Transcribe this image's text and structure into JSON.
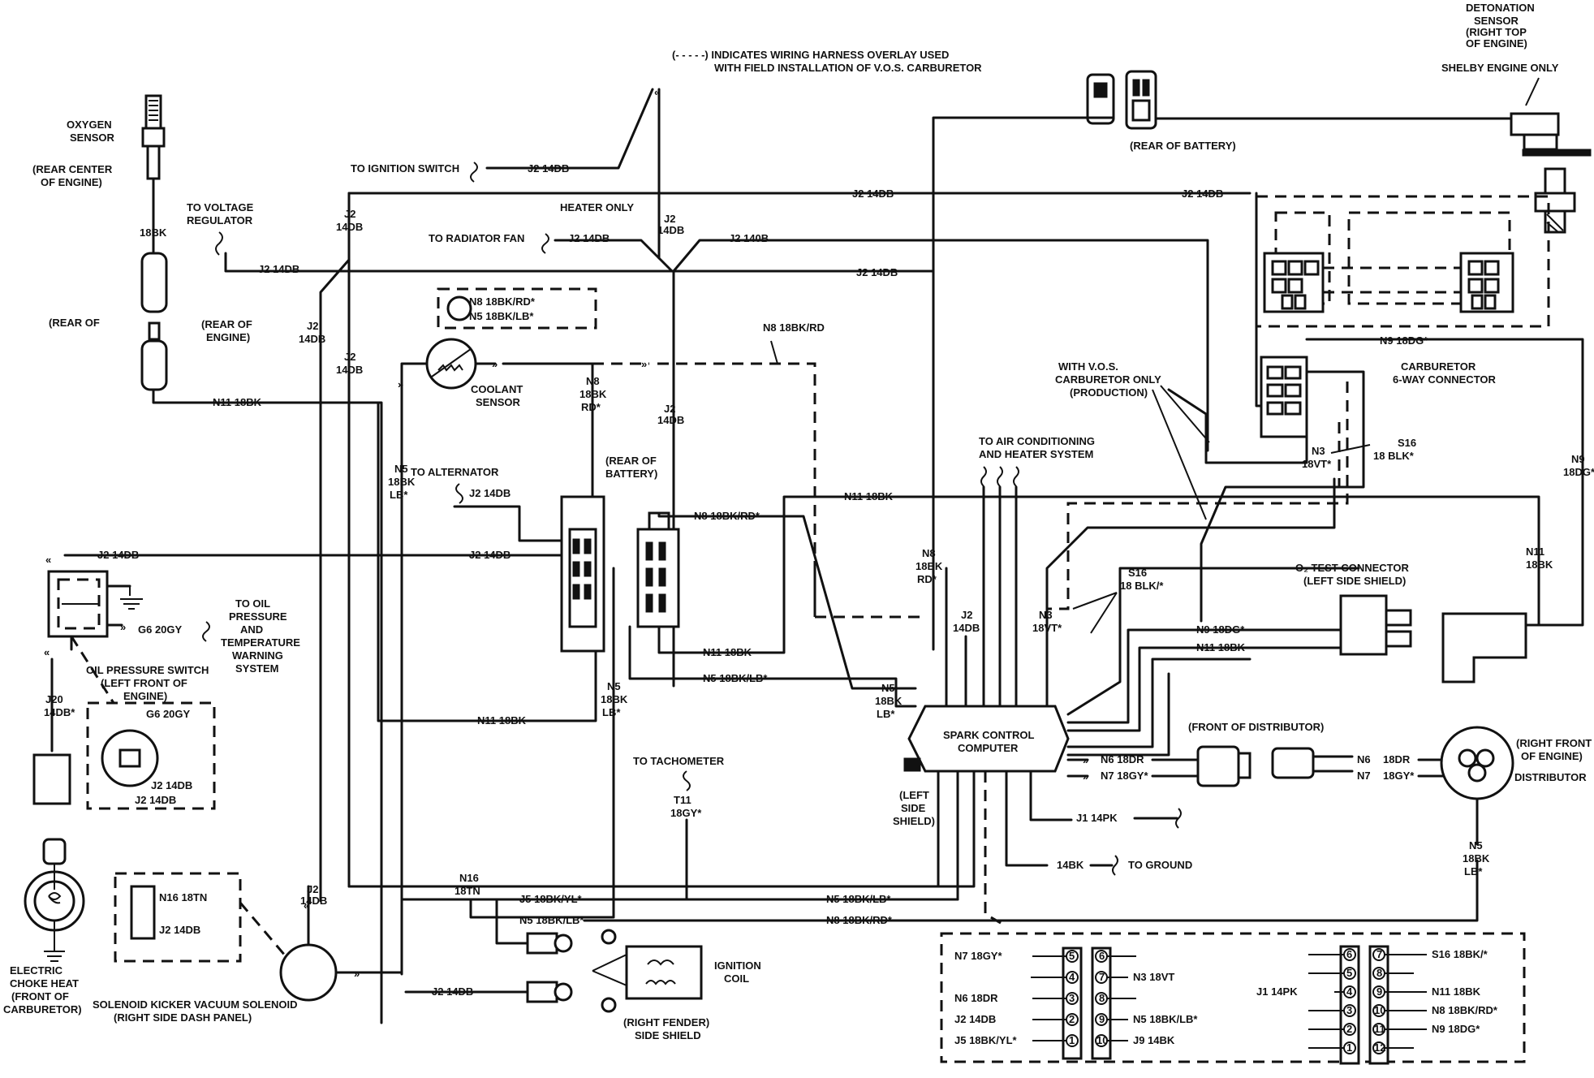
{
  "legend_note": "(------) INDICATES WIRING HARNESS OVERLAY USED WITH FIELD INSTALLATION OF V.O.S. CARBURETOR",
  "labels": {
    "detonation_sensor": "DETONATION SENSOR (RIGHT TOP OF ENGINE)",
    "shelby_engine_only": "SHELBY ENGINE ONLY",
    "oxygen_sensor": "OXYGEN SENSOR",
    "rear_center_engine": "(REAR CENTER OF ENGINE)",
    "to_voltage_regulator": "TO VOLTAGE REGULATOR",
    "to_ignition_switch": "TO IGNITION SWITCH",
    "heater_only": "HEATER ONLY",
    "to_radiator_fan": "TO RADIATOR FAN",
    "rear_of_battery_top": "(REAR OF BATTERY)",
    "rear_of_engine": "(REAR OF ENGINE)",
    "coolant_sensor": "COOLANT SENSOR",
    "to_alternator": "TO ALTERNATOR",
    "rear_of_battery_mid": "(REAR OF BATTERY)",
    "with_vos_carb": "WITH V.O.S. CARBURETOR ONLY (PRODUCTION)",
    "carb_connector": "CARBURETOR 6-WAY CONNECTOR",
    "to_ac_heater": "TO AIR CONDITIONING AND HEATER SYSTEM",
    "o2_test_connector": "O2 TEST CONNECTOR (LEFT SIDE SHIELD)",
    "to_oil_pressure": "TO OIL PRESSURE AND TEMPERATURE WARNING SYSTEM",
    "oil_pressure_switch": "OIL PRESSURE SWITCH (LEFT FRONT OF ENGINE)",
    "spark_control_computer": "SPARK CONTROL COMPUTER",
    "left_side_shield": "(LEFT SIDE SHIELD)",
    "front_of_distributor": "(FRONT OF DISTRIBUTOR)",
    "right_front_engine": "(RIGHT FRONT OF ENGINE)",
    "distributor": "DISTRIBUTOR",
    "to_tachometer": "TO TACHOMETER",
    "to_ground": "TO GROUND",
    "electric_choke": "ELECTRIC CHOKE HEAT (FRONT OF CARBURETOR)",
    "solenoid_kicker": "SOLENOID KICKER VACUUM SOLENOID (RIGHT SIDE DASH PANEL)",
    "ignition_coil": "IGNITION COIL",
    "right_fender": "(RIGHT FENDER) SIDE SHIELD"
  },
  "wire_labels": {
    "j2_14db": "J2 14DB",
    "j2_140b": "J2 140B",
    "n11_18bk": "N11 18BK",
    "n8_18bk_rd": "N8 18BK/RD*",
    "n8_18bk_rd_plain": "N8 18BK/RD",
    "n5_18bk_lb": "N5 18BK/LB*",
    "n9_18dg": "N9 18DG*",
    "n3_18vt": "N3 18VT*",
    "s16_18blk": "S16 18 BLK*",
    "s16_18blk_slash": "S16 18 BLK/*",
    "g6_20gy": "G6 20GY",
    "n6_18dr": "N6 18DR",
    "n7_18gy": "N7 18GY*",
    "j1_14pk": "J1 14PK",
    "ground_14bk": "14BK",
    "t11_18gy": "T11 18GY*",
    "j5_18bk_yl": "J5 18BK/YL*",
    "n16_18tn": "N16 18TN",
    "j20_14db": "J20 14DB*",
    "18bk": "18BK"
  },
  "pinout_left": {
    "rows": [
      {
        "pin": "5",
        "left": "N7 18GY*",
        "right_pin": "6",
        "right": ""
      },
      {
        "pin": "4",
        "left": "",
        "right_pin": "7",
        "right": "N3 18VT"
      },
      {
        "pin": "3",
        "left": "N6 18DR",
        "right_pin": "8",
        "right": ""
      },
      {
        "pin": "2",
        "left": "J2 14DB",
        "right_pin": "9",
        "right": "N5 18BK/LB*"
      },
      {
        "pin": "1",
        "left": "J5 18BK/YL*",
        "right_pin": "10",
        "right": "J9 14BK"
      }
    ]
  },
  "pinout_right": {
    "rows": [
      {
        "pin": "6",
        "left": "",
        "right_pin": "7",
        "right": "S16 18BK/*"
      },
      {
        "pin": "5",
        "left": "",
        "right_pin": "8",
        "right": ""
      },
      {
        "pin": "4",
        "left": "J1 14PK",
        "right_pin": "9",
        "right": "N11 18BK"
      },
      {
        "pin": "3",
        "left": "",
        "right_pin": "10",
        "right": "N8 18BK/RD*"
      },
      {
        "pin": "2",
        "left": "",
        "right_pin": "11",
        "right": "N9 18DG*"
      },
      {
        "pin": "1",
        "left": "",
        "right_pin": "12",
        "right": ""
      }
    ]
  }
}
